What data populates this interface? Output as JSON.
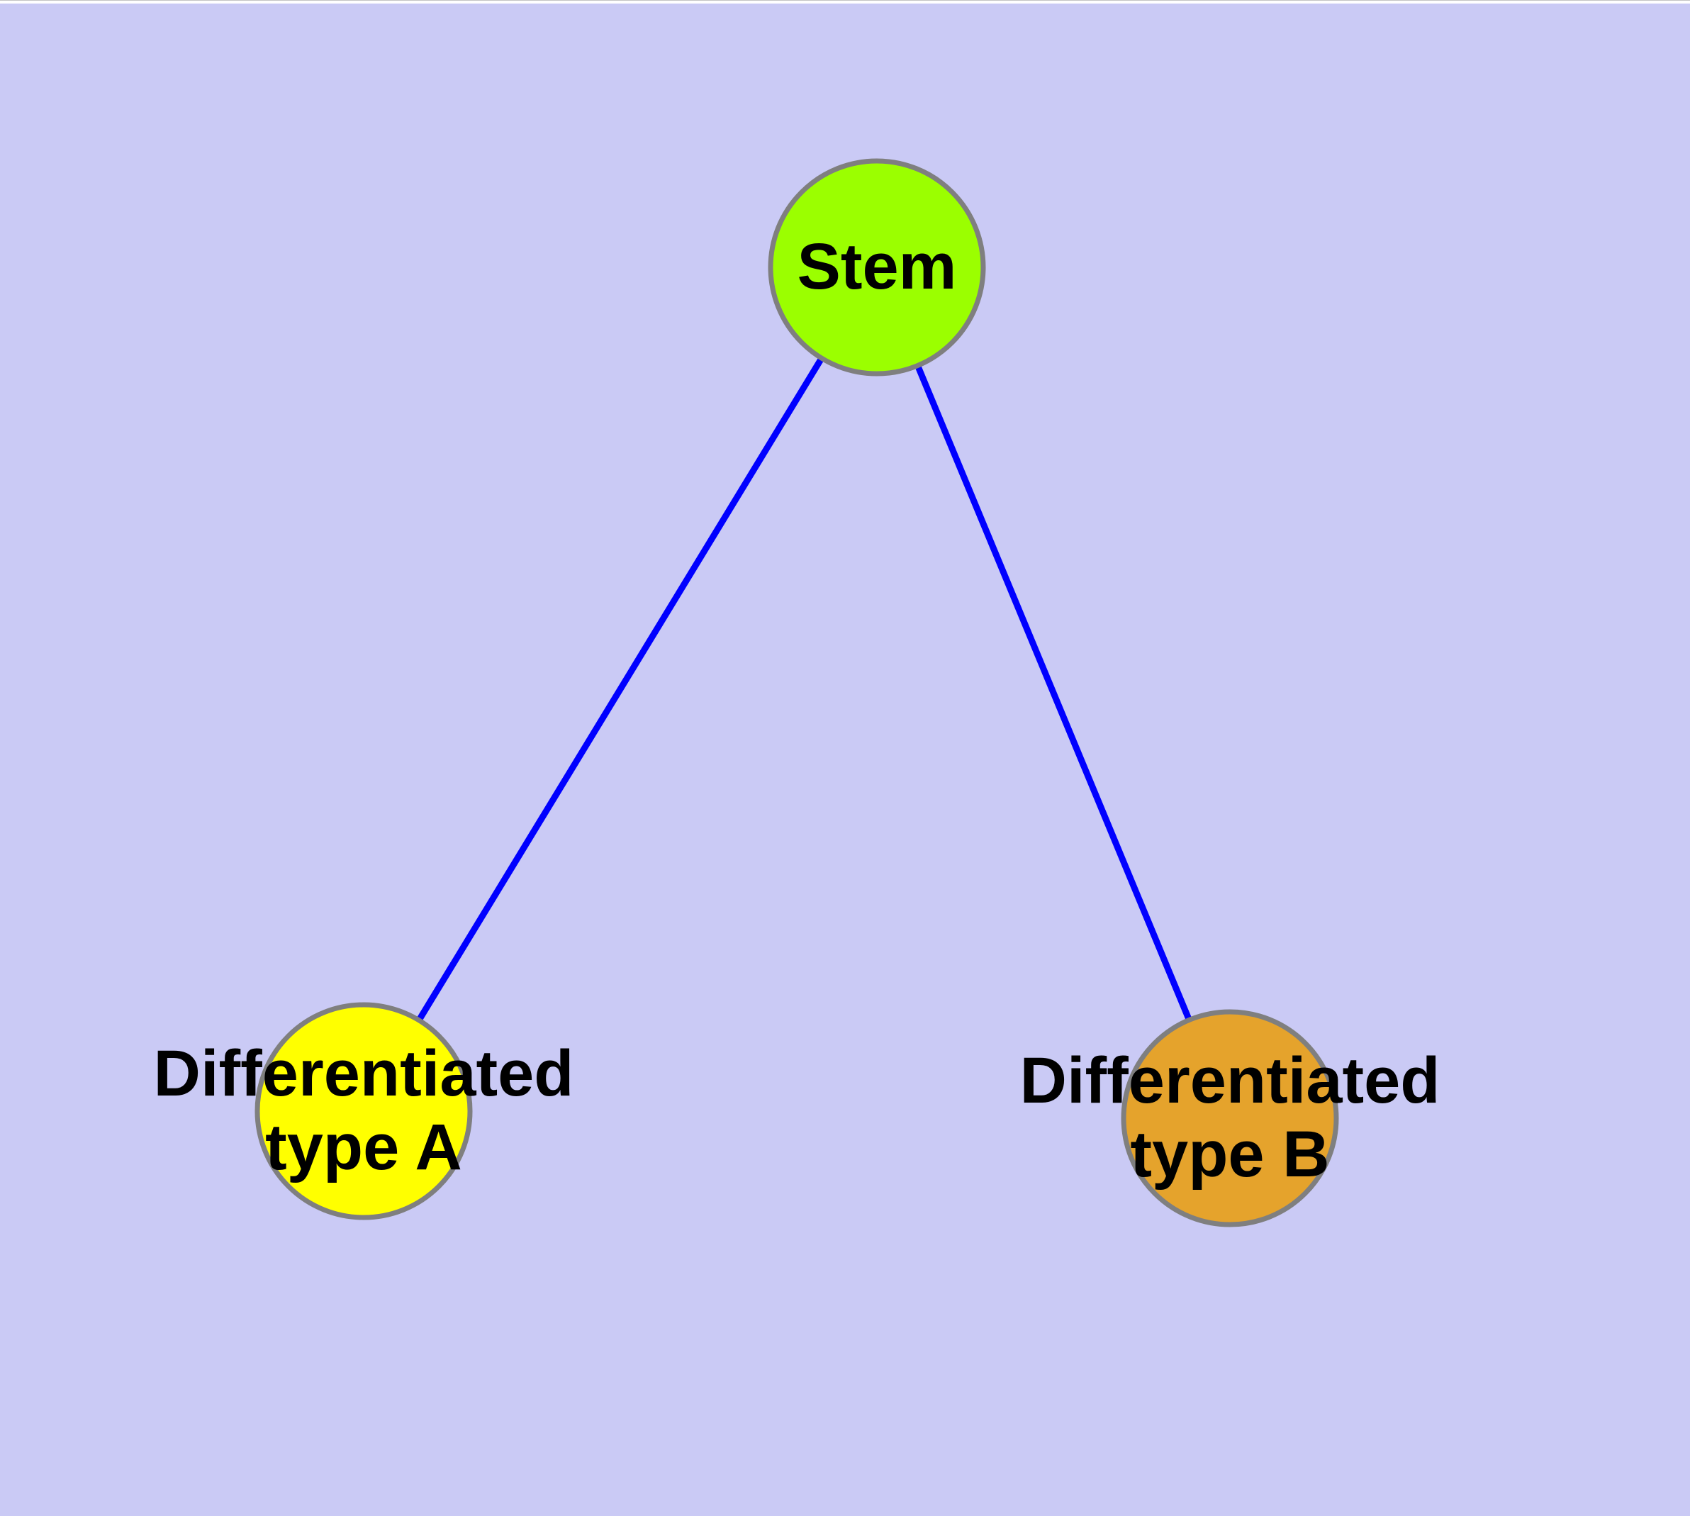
{
  "diagram": {
    "background_color": "#cacaf5",
    "edge_color": "#0000ff",
    "node_border_color": "#7f7f7f",
    "label_color": "#000000",
    "nodes": [
      {
        "id": "stem",
        "label": "Stem",
        "fill": "#9bff00"
      },
      {
        "id": "type-a",
        "label": "Differentiated\ntype A",
        "fill": "#ffff00"
      },
      {
        "id": "type-b",
        "label": "Differentiated\ntype B",
        "fill": "#e5a32c"
      }
    ],
    "edges": [
      {
        "from": "stem",
        "to": "type-a"
      },
      {
        "from": "stem",
        "to": "type-b"
      }
    ]
  }
}
